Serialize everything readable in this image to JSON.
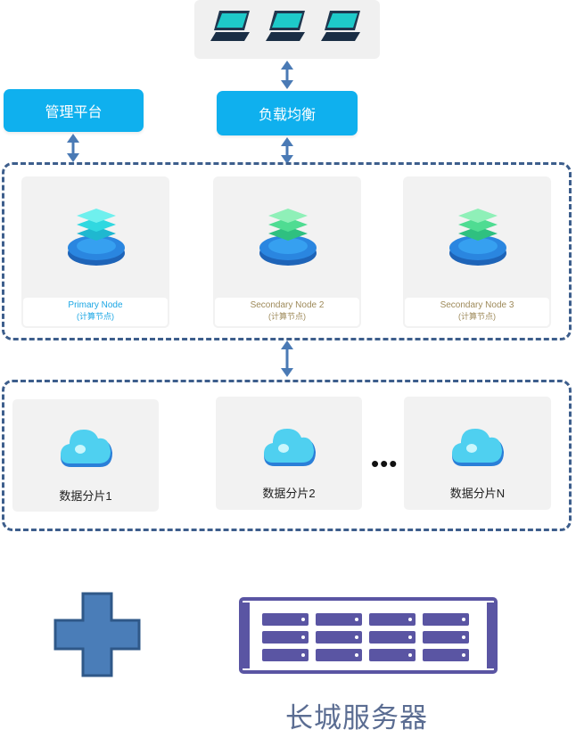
{
  "clients": {
    "icons": [
      "laptop-icon",
      "laptop-icon",
      "laptop-icon"
    ]
  },
  "management": {
    "label": "管理平台"
  },
  "load_balancer": {
    "label": "负载均衡"
  },
  "nodes": [
    {
      "title": "Primary Node",
      "subtitle": "(计算节点)",
      "kind": "primary"
    },
    {
      "title": "Secondary Node 2",
      "subtitle": "(计算节点)",
      "kind": "secondary"
    },
    {
      "title": "Secondary Node 3",
      "subtitle": "(计算节点)",
      "kind": "secondary"
    }
  ],
  "shards": [
    {
      "label": "数据分片1"
    },
    {
      "label": "数据分片2"
    },
    {
      "label": "数据分片N"
    }
  ],
  "ellipsis": "•••",
  "server": {
    "label": "长城服务器"
  },
  "colors": {
    "button": "#0fb0ee",
    "dashed_border": "#3d5e8c",
    "arrow": "#4a7ab5",
    "plus": "#4a7db8",
    "server_purple": "#5a55a3"
  }
}
